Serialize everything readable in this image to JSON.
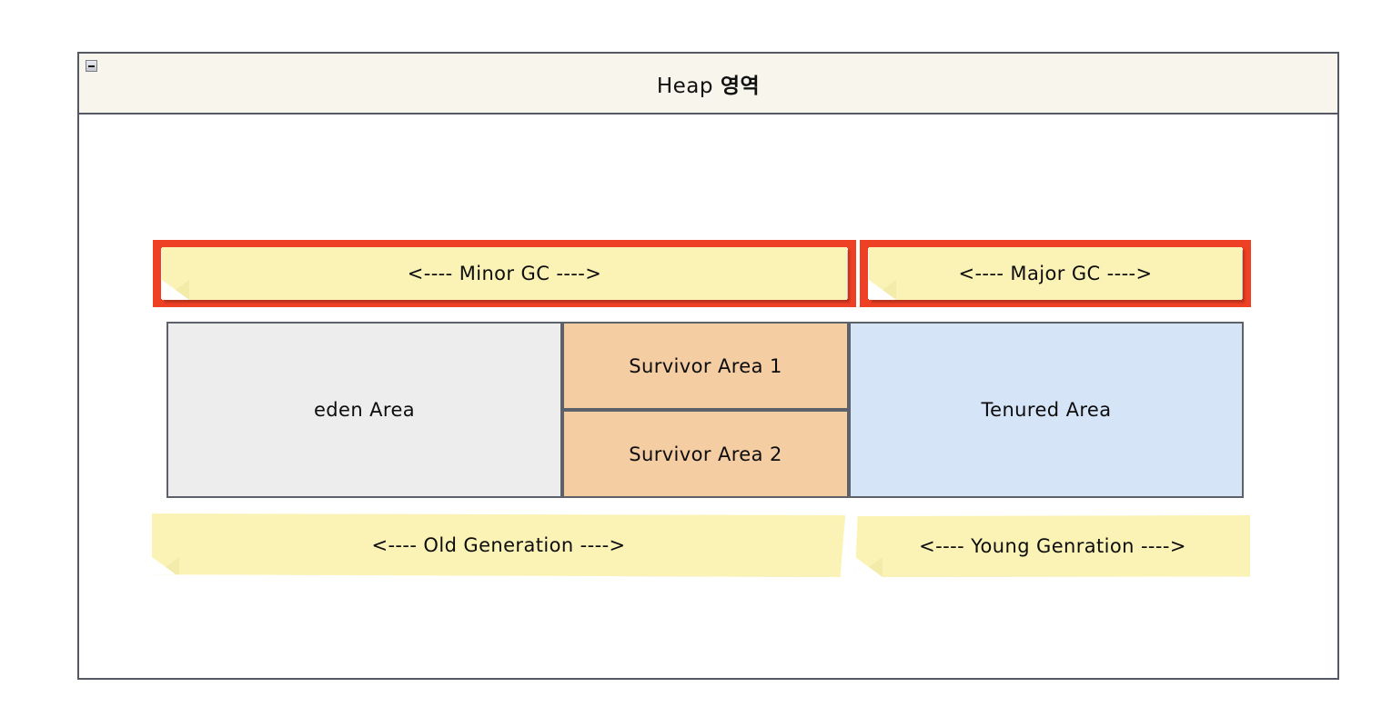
{
  "frame": {
    "title_latin": "Heap ",
    "title_korean": "영역",
    "collapse_icon": "minus-icon"
  },
  "gc_notes": [
    {
      "id": "minor-gc",
      "label": "<---- Minor GC ---->",
      "highlight_color": "#ed4024",
      "note_color": "#fbf3b5"
    },
    {
      "id": "major-gc",
      "label": "<---- Major GC ---->",
      "highlight_color": "#ed4024",
      "note_color": "#fbf3b5"
    }
  ],
  "memory_areas": [
    {
      "id": "eden",
      "label": "eden Area",
      "fill": "#ededed",
      "stroke": "#5d6169"
    },
    {
      "id": "survivor1",
      "label": "Survivor Area 1",
      "fill": "#f5cda3",
      "stroke": "#5d6169"
    },
    {
      "id": "survivor2",
      "label": "Survivor Area 2",
      "fill": "#f5cda3",
      "stroke": "#5d6169"
    },
    {
      "id": "tenured",
      "label": "Tenured Area",
      "fill": "#d6e4f7",
      "stroke": "#5d6169"
    }
  ],
  "generation_notes": [
    {
      "id": "old-generation",
      "label": "<---- Old Generation ---->",
      "note_color": "#fbf3b5"
    },
    {
      "id": "young-generation",
      "label": "<---- Young Genration ---->",
      "note_color": "#fbf3b5"
    }
  ]
}
